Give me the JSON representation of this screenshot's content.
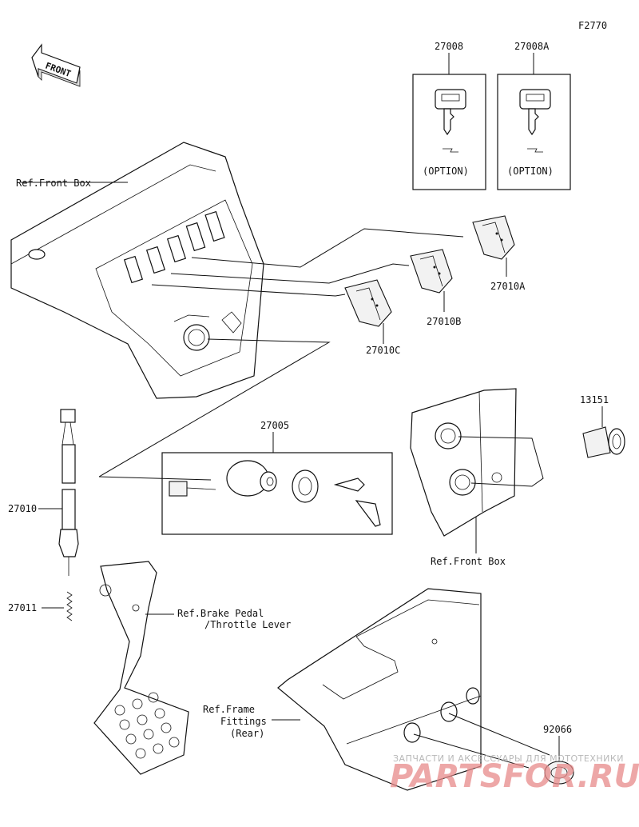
{
  "figure_code": "F2770",
  "front_arrow": "FRONT",
  "parts": {
    "p27008": "27008",
    "p27008A": "27008A",
    "option_1": "(OPTION)",
    "option_2": "(OPTION)",
    "p27010A": "27010A",
    "p27010B": "27010B",
    "p27010C": "27010C",
    "p27005": "27005",
    "p27010": "27010",
    "p27011": "27011",
    "p13151": "13151",
    "p92066": "92066"
  },
  "refs": {
    "front_box_1": "Ref.Front Box",
    "front_box_2": "Ref.Front Box",
    "brake_1": "Ref.Brake Pedal",
    "brake_2": "/Throttle Lever",
    "frame_1": "Ref.Frame",
    "frame_2": "Fittings",
    "frame_3": "(Rear)"
  },
  "watermark": {
    "line1": "ЗАПЧАСТИ И АКСЕССУАРЫ ДЛЯ МОТОТЕХНИКИ",
    "line2": "PARTSFOR.RU"
  }
}
